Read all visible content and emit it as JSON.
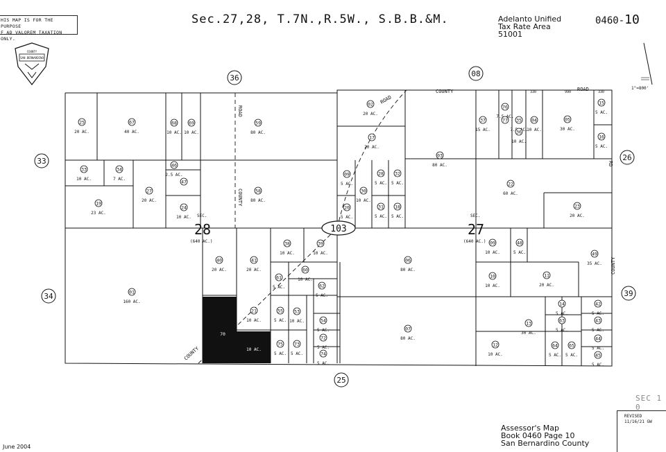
{
  "disclaimer": [
    "HIS MAP IS FOR THE PURPOSE",
    "F AD VALOREM TAXATION ONLY."
  ],
  "title": "Sec.27,28, T.7N.,R.5W., S.B.B.&M.",
  "tax_rate_area": [
    "Adelanto Unified",
    "Tax Rate Area",
    "51001"
  ],
  "map_number": {
    "book": "0460-",
    "page": "10"
  },
  "scale": "1\"=800'",
  "seal": {
    "lines": [
      "COUNTY",
      "SAN BERNARDINO"
    ]
  },
  "adjacent_maps": [
    {
      "label": "36"
    },
    {
      "label": "08"
    },
    {
      "label": "33"
    },
    {
      "label": "26"
    },
    {
      "label": "34"
    },
    {
      "label": "39"
    },
    {
      "label": "25"
    }
  ],
  "sections": [
    {
      "label": "SEC.",
      "number": "28",
      "area": "(640 AC.)"
    },
    {
      "label": "SEC.",
      "number": "27",
      "area": "(640 AC.)"
    }
  ],
  "road_labels": [
    "COUNTY",
    "ROAD",
    "COUNTY",
    "ROAD",
    "COUNTY",
    "ROAD",
    "RD",
    "COUNTY"
  ],
  "frontage_numbers": [
    "330",
    "990",
    "330"
  ],
  "highlighted_parcels": [
    "70",
    "10 AC."
  ],
  "parcel_number": "103",
  "parcels": [
    {
      "no": "25",
      "ac": "20 AC."
    },
    {
      "no": "67",
      "ac": "40 AC."
    },
    {
      "no": "68",
      "ac": "10 AC."
    },
    {
      "no": "69",
      "ac": "10 AC."
    },
    {
      "no": "59",
      "ac": "80 AC."
    },
    {
      "no": "33",
      "ac": "10 AC."
    },
    {
      "no": "34",
      "ac": "7 AC."
    },
    {
      "no": "46",
      "ac": "2.5 AC."
    },
    {
      "no": "47",
      "ac": ""
    },
    {
      "no": "27",
      "ac": "20 AC."
    },
    {
      "no": "19",
      "ac": "23 AC."
    },
    {
      "no": "24",
      "ac": "10 AC."
    },
    {
      "no": "58",
      "ac": "80 AC."
    },
    {
      "no": "02",
      "ac": "20 AC."
    },
    {
      "no": "17",
      "ac": "20 AC."
    },
    {
      "no": "09",
      "ac": "5 AC."
    },
    {
      "no": "30",
      "ac": "10 AC."
    },
    {
      "no": "28",
      "ac": "5 AC."
    },
    {
      "no": "32",
      "ac": "5 AC."
    },
    {
      "no": "20",
      "ac": "5 AC."
    },
    {
      "no": "31",
      "ac": "5 AC."
    },
    {
      "no": "18",
      "ac": "5 AC."
    },
    {
      "no": "03",
      "ac": "80 AC."
    },
    {
      "no": "37",
      "ac": "15 AC."
    },
    {
      "no": "76",
      "ac": "7.5 AC."
    },
    {
      "no": "77",
      "ac": ""
    },
    {
      "no": "35",
      "ac": "7.5 AC."
    },
    {
      "no": "04",
      "ac": "10 AC."
    },
    {
      "no": "36",
      "ac": "10 AC."
    },
    {
      "no": "05",
      "ac": "30 AC."
    },
    {
      "no": "15",
      "ac": "5 AC."
    },
    {
      "no": "16",
      "ac": "5 AC."
    },
    {
      "no": "22",
      "ac": "60 AC."
    },
    {
      "no": "23",
      "ac": "20 AC."
    },
    {
      "no": "01",
      "ac": "160 AC."
    },
    {
      "no": "40",
      "ac": "20 AC."
    },
    {
      "no": "41",
      "ac": "20 AC."
    },
    {
      "no": "38",
      "ac": "10 AC."
    },
    {
      "no": "39",
      "ac": "10 AC."
    },
    {
      "no": "60",
      "ac": "10 AC."
    },
    {
      "no": "61",
      "ac": "5 AC."
    },
    {
      "no": "62",
      "ac": "5 AC."
    },
    {
      "no": "21",
      "ac": "10 AC."
    },
    {
      "no": "55",
      "ac": "5 AC."
    },
    {
      "no": "53",
      "ac": "10 AC."
    },
    {
      "no": "54",
      "ac": "5 AC."
    },
    {
      "no": "72",
      "ac": "5 AC."
    },
    {
      "no": "75",
      "ac": "5 AC."
    },
    {
      "no": "73",
      "ac": "5 AC."
    },
    {
      "no": "74",
      "ac": "5 AC."
    },
    {
      "no": "06",
      "ac": "80 AC."
    },
    {
      "no": "07",
      "ac": "80 AC."
    },
    {
      "no": "09",
      "ac": "10 AC."
    },
    {
      "no": "48",
      "ac": "5 AC."
    },
    {
      "no": "49",
      "ac": "35 AC."
    },
    {
      "no": "10",
      "ac": "10 AC."
    },
    {
      "no": "11",
      "ac": "20 AC."
    },
    {
      "no": "14",
      "ac": "5 AC."
    },
    {
      "no": "42",
      "ac": "5 AC."
    },
    {
      "no": "63",
      "ac": "5 AC."
    },
    {
      "no": "43",
      "ac": "5 AC."
    },
    {
      "no": "13",
      "ac": "30 AC."
    },
    {
      "no": "44",
      "ac": "5 AC."
    },
    {
      "no": "12",
      "ac": "10 AC."
    },
    {
      "no": "64",
      "ac": "5 AC."
    },
    {
      "no": "65",
      "ac": "5 AC."
    },
    {
      "no": "45",
      "ac": "5 AC."
    }
  ],
  "footer": [
    "Assessor's Map",
    "Book 0460 Page 10",
    "San Bernardino County"
  ],
  "date": "June 2004",
  "revised": [
    "REVISED",
    "11/16/21 GW"
  ],
  "stamp": "SEC 1 0"
}
